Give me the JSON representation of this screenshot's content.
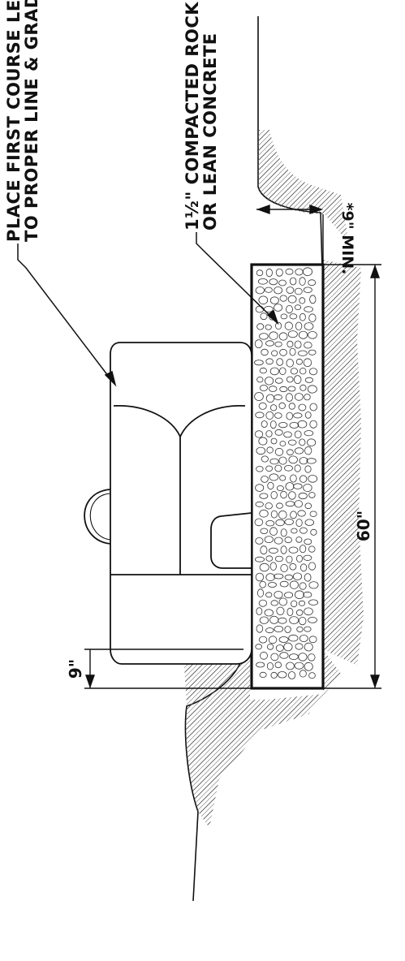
{
  "labels": {
    "first_course_line1": "PLACE FIRST COURSE LEVEL",
    "first_course_line2": "TO PROPER LINE & GRADE",
    "base_line1": "1½\" COMPACTED ROCK",
    "base_line2": "OR LEAN CONCRETE"
  },
  "dimensions": {
    "embedment": "9\"",
    "base_width": "60\"",
    "base_depth": "*9\" MIN."
  },
  "colors": {
    "line": "#111111",
    "hatch": "#555555",
    "background": "#ffffff"
  }
}
